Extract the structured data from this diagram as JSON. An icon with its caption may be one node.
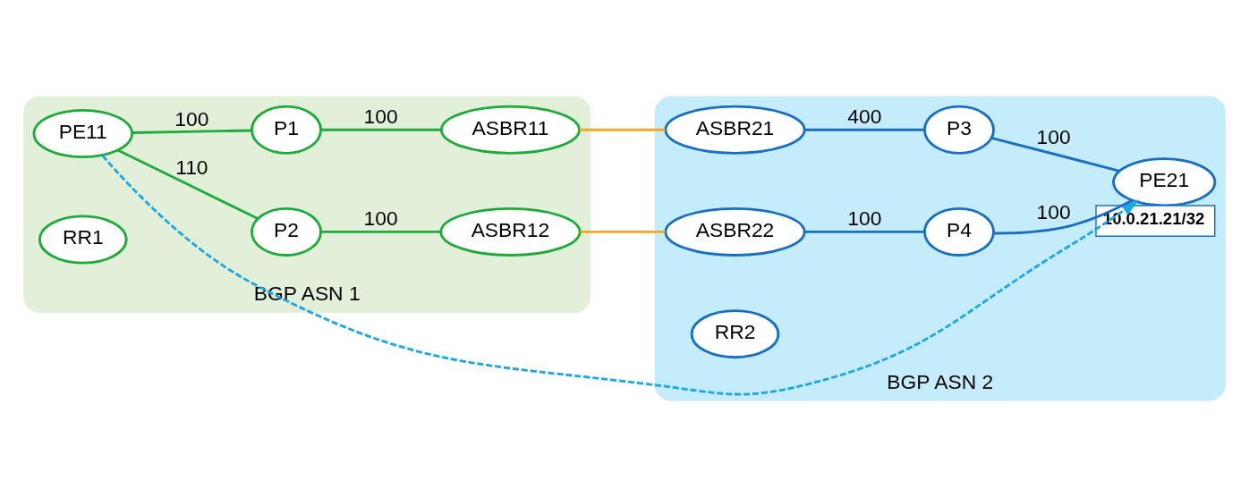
{
  "diagram": {
    "nodes": [
      {
        "text": [
          "BGP ASN 1"
        ]
      },
      {
        "text": [
          "PE11"
        ],
        "in": 0
      },
      {
        "text": [
          "P1"
        ],
        "in": 0
      },
      {
        "text": [
          "P2"
        ],
        "in": 0
      },
      {
        "text": [
          "RR1"
        ],
        "in": 0
      },
      {
        "text": [
          "ASBR11"
        ],
        "in": 0
      },
      {
        "text": [
          "ASBR12"
        ],
        "in": 0
      },
      {
        "text": [
          "BGP ASN 2"
        ]
      },
      {
        "text": [
          "ASBR21"
        ],
        "in": 7
      },
      {
        "text": [
          "ASBR22"
        ],
        "in": 7
      },
      {
        "text": [
          "RR2"
        ],
        "in": 7
      },
      {
        "text": [
          "P3"
        ],
        "in": 7
      },
      {
        "text": [
          "P4"
        ],
        "in": 7
      },
      {
        "text": [
          "PE21"
        ],
        "in": 7,
        "beside": [
          "10.0.21.21/32"
        ]
      }
    ],
    "edges": [
      {
        "from": 1,
        "to": 2,
        "arrow": "none",
        "label": "100",
        "color": "#1faa3c"
      },
      {
        "from": 1,
        "to": 3,
        "arrow": "none",
        "label": "110",
        "color": "#1faa3c"
      },
      {
        "from": 2,
        "to": 5,
        "arrow": "none",
        "label": "100",
        "color": "#1faa3c"
      },
      {
        "from": 3,
        "to": 6,
        "arrow": "none",
        "label": "100",
        "color": "#1faa3c"
      },
      {
        "from": 5,
        "to": 8,
        "arrow": "none",
        "color": "#f5a623"
      },
      {
        "from": 6,
        "to": 9,
        "arrow": "none",
        "color": "#f5a623"
      },
      {
        "from": 8,
        "to": 11,
        "arrow": "none",
        "label": "400",
        "color": "#1a6fc0"
      },
      {
        "from": 9,
        "to": 12,
        "arrow": "none",
        "label": "100",
        "color": "#1a6fc0"
      },
      {
        "from": 11,
        "to": 13,
        "arrow": "none",
        "label": "100",
        "color": "#1a6fc0"
      },
      {
        "from": 12,
        "to": 13,
        "arrow": "none",
        "label": "100",
        "color": "#1a6fc0"
      },
      {
        "from": 1,
        "to": 13,
        "arrow": "to",
        "style": "dashed",
        "color": "#1ea7e1"
      }
    ]
  }
}
